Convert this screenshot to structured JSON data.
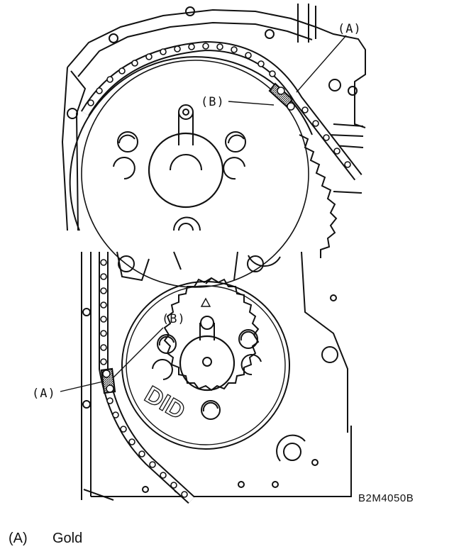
{
  "figure": {
    "top": {
      "callout_a": "(A)",
      "callout_b": "(B)"
    },
    "bottom": {
      "callout_a": "(A)",
      "callout_b": "(B)",
      "sprocket_text": "DID"
    },
    "code": "B2M4050B"
  },
  "legend": {
    "key": "(A)",
    "value": "Gold"
  }
}
